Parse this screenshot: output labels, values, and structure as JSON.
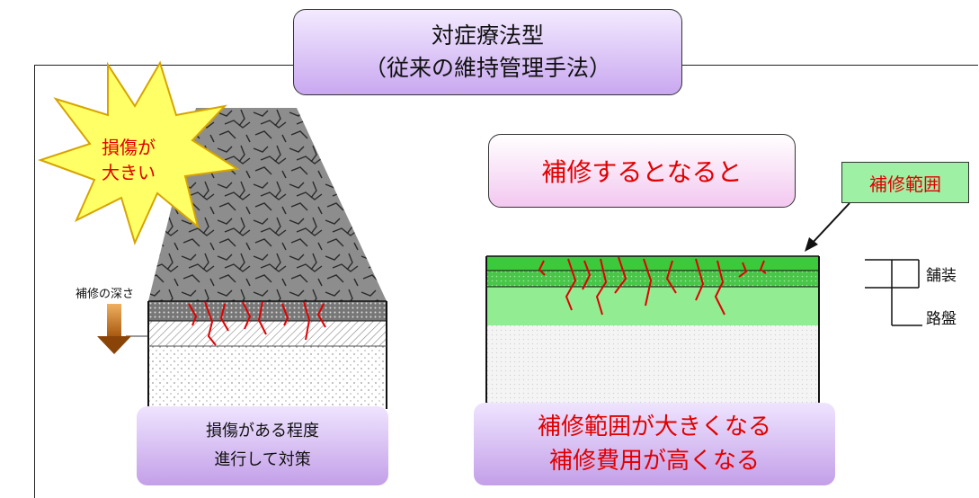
{
  "title": {
    "line1": "対症療法型",
    "line2": "（従来の維持管理手法）"
  },
  "burst": {
    "line1": "損傷が",
    "line2": "大きい"
  },
  "depth_label": "補修の深さ",
  "left_caption": {
    "line1": "損傷がある程度",
    "line2": "進行して対策"
  },
  "repair_heading": "補修するとなると",
  "repair_range_label": "補修範囲",
  "legend": {
    "pavement": "舗装",
    "subbase": "路盤"
  },
  "right_caption": {
    "line1": "補修範囲が大きくなる",
    "line2": "補修費用が高くなる"
  },
  "colors": {
    "accent_red": "#e10000",
    "purple_box": "#c9a8f0",
    "green_layer": "#3cc93c",
    "burst_yellow": "#ffff66"
  }
}
